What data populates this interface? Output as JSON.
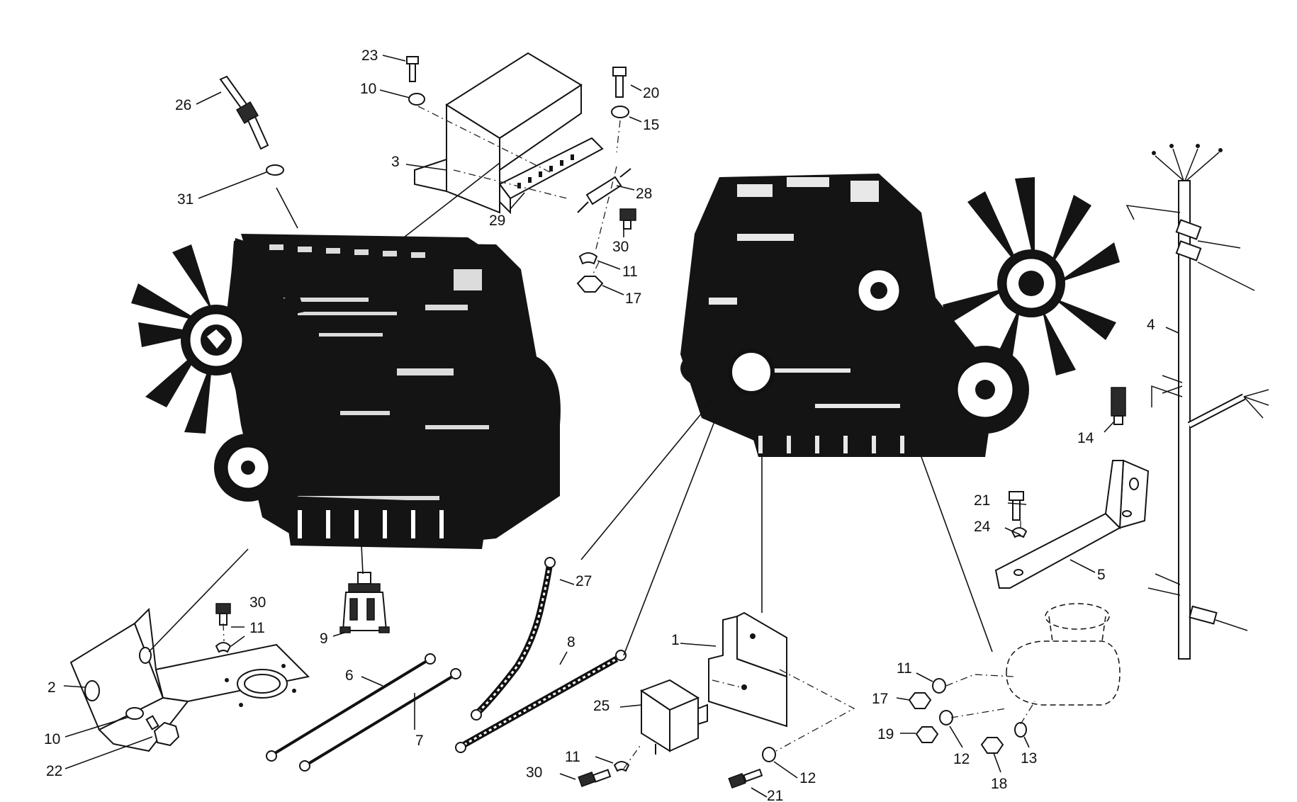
{
  "callouts": {
    "n1": "1",
    "n2": "2",
    "n3": "3",
    "n4": "4",
    "n5": "5",
    "n6": "6",
    "n7": "7",
    "n8": "8",
    "n9": "9",
    "n10_top": "10",
    "n10_bottom": "10",
    "n11_right_top": "11",
    "n11_bracket": "11",
    "n11_bottom": "11",
    "n11_right_bottom": "11",
    "n12_left": "12",
    "n12_right": "12",
    "n13": "13",
    "n14": "14",
    "n15": "15",
    "n17_top": "17",
    "n17_bottom": "17",
    "n18": "18",
    "n19": "19",
    "n20": "20",
    "n21_right": "21",
    "n21_bottom": "21",
    "n22": "22",
    "n23": "23",
    "n24": "24",
    "n25": "25",
    "n26": "26",
    "n27": "27",
    "n28": "28",
    "n29": "29",
    "n30_top": "30",
    "n30_bracket": "30",
    "n30_bottom": "30",
    "n31": "31"
  }
}
